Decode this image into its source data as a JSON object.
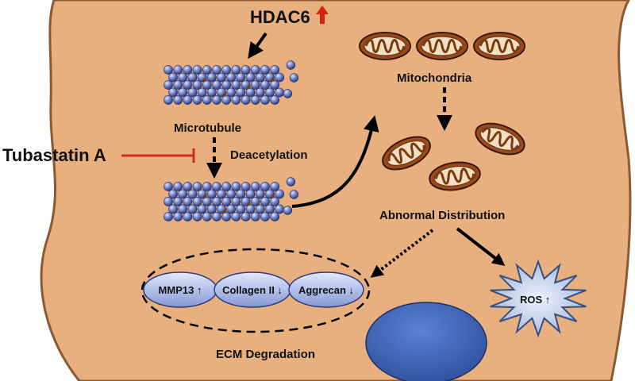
{
  "labels": {
    "hdac6": "HDAC6",
    "microtubule": "Microtubule",
    "deacetylation": "Deacetylation",
    "tubastatin": "Tubastatin A",
    "mitochondria": "Mitochondria",
    "abnormal_distribution": "Abnormal Distribution",
    "ecm_degradation": "ECM Degradation",
    "ros": "ROS ↑"
  },
  "ecm_markers": [
    {
      "label": "MMP13 ↑"
    },
    {
      "label": "Collagen II ↓"
    },
    {
      "label": "Aggrecan ↓"
    }
  ],
  "colors": {
    "cell_fill": "#e8b07e",
    "cell_stroke": "#8a5a32",
    "inhibitor_red": "#d42a20",
    "up_arrow_red": "#d91e12",
    "mito_fill": "#a04e1c",
    "microtubule_blue": "#6f7fc6",
    "nucleus_blue": "#3b63b8",
    "ros_fill": "#c6d4ee",
    "ellipse_fill": "#aebde8"
  }
}
